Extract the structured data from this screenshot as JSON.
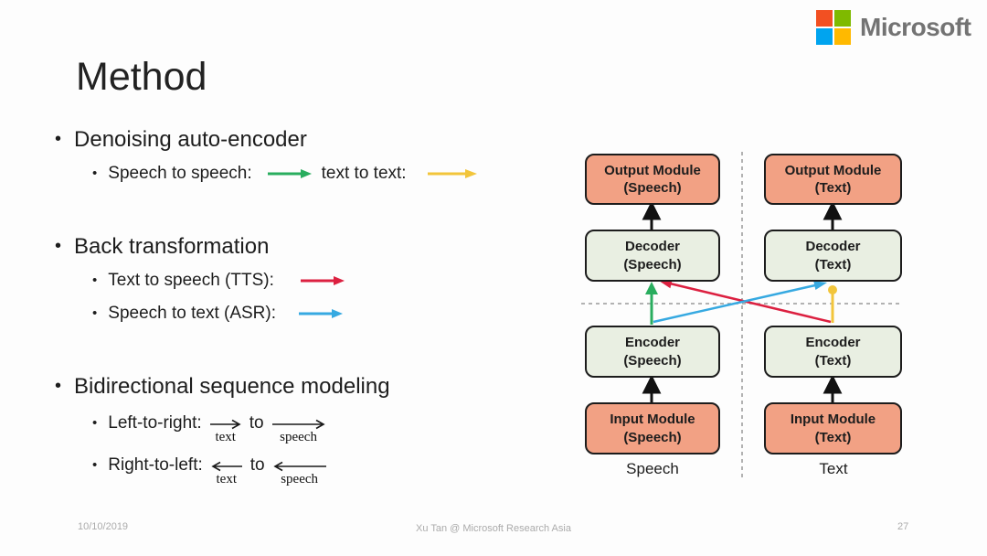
{
  "colors": {
    "arrow_green": "#29AD5E",
    "arrow_yellow": "#F2C53B",
    "arrow_red": "#DC2040",
    "arrow_blue": "#36A9E1",
    "box_module_fill": "#F2A184",
    "box_codec_fill": "#E9EFE2",
    "box_border": "#1c1c1c",
    "ms_red": "#F25022",
    "ms_green": "#7FBA00",
    "ms_blue": "#00A4EF",
    "ms_yellow": "#FFB900",
    "ms_text": "#737373"
  },
  "logo": {
    "wordmark": "Microsoft"
  },
  "title": "Method",
  "bullets": {
    "denoising": {
      "label": "Denoising auto-encoder",
      "speech_to_speech": "Speech to speech:",
      "text_to_text": "text to text:"
    },
    "back_transformation": {
      "label": "Back transformation",
      "tts": "Text to speech (TTS):",
      "asr": "Speech to text (ASR):"
    },
    "bidirectional": {
      "label": "Bidirectional sequence modeling",
      "ltr": "Left-to-right:",
      "rtl": "Right-to-left:",
      "to_word": "to",
      "text_label": "text",
      "speech_label": "speech"
    }
  },
  "diagram": {
    "speech_column": {
      "output": {
        "line1": "Output Module",
        "line2": "(Speech)"
      },
      "decoder": {
        "line1": "Decoder",
        "line2": "(Speech)"
      },
      "encoder": {
        "line1": "Encoder",
        "line2": "(Speech)"
      },
      "input": {
        "line1": "Input Module",
        "line2": "(Speech)"
      },
      "label": "Speech"
    },
    "text_column": {
      "output": {
        "line1": "Output Module",
        "line2": "(Text)"
      },
      "decoder": {
        "line1": "Decoder",
        "line2": "(Text)"
      },
      "encoder": {
        "line1": "Encoder",
        "line2": "(Text)"
      },
      "input": {
        "line1": "Input Module",
        "line2": "(Text)"
      },
      "label": "Text"
    }
  },
  "footer": {
    "date": "10/10/2019",
    "credit": "Xu Tan @ Microsoft Research Asia",
    "page": "27"
  }
}
